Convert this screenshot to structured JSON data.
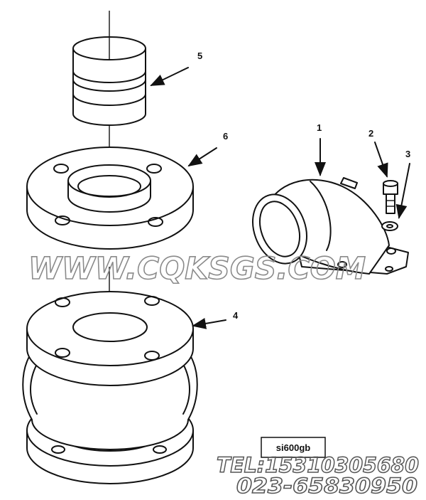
{
  "callouts": {
    "c1": "1",
    "c2": "2",
    "c3": "3",
    "c4": "4",
    "c5": "5",
    "c6": "6"
  },
  "drawing_code": "si600gb",
  "watermark": "WWW.CQKSGS.COM",
  "contact": {
    "tel": "TEL:15310305680",
    "alt": "023-65830950"
  },
  "colors": {
    "ink": "#111111",
    "watermark": "#8a8a8a",
    "background": "#ffffff"
  }
}
